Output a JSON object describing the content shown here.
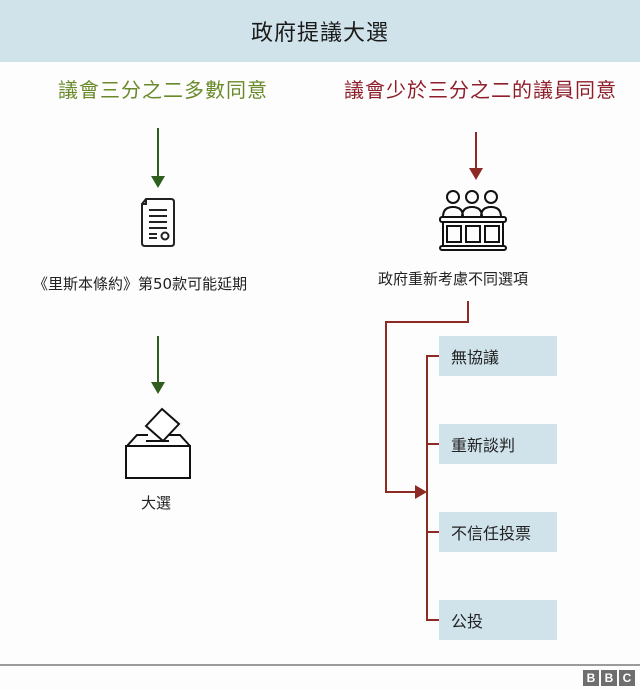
{
  "header": {
    "title": "政府提議大選"
  },
  "left_column": {
    "title": "議會三分之二多數同意",
    "color": "#6a8a2a",
    "arrow_color": "#2f5e1e",
    "step1_label": "《里斯本條約》第50款可能延期",
    "step1_icon": "document-icon",
    "step2_label": "大選",
    "step2_icon": "ballot-box-icon"
  },
  "right_column": {
    "title": "議會少於三分之二的議員同意",
    "color": "#8e1f2a",
    "arrow_color": "#8e2a24",
    "step1_label": "政府重新考慮不同選項",
    "step1_icon": "parliament-members-icon",
    "options": [
      {
        "label": "無協議"
      },
      {
        "label": "重新談判"
      },
      {
        "label": "不信任投票"
      },
      {
        "label": "公投"
      }
    ]
  },
  "footer": {
    "logo_letters": [
      "B",
      "B",
      "C"
    ]
  },
  "colors": {
    "band": "#d0e3eb",
    "connector": "#8e2a24"
  }
}
